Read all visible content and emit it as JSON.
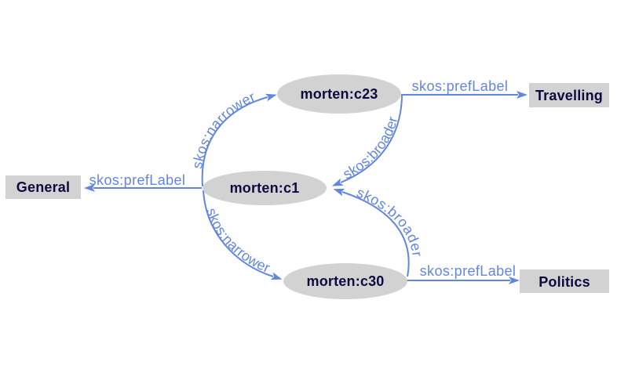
{
  "colors": {
    "background": "#ffffff",
    "node_fill": "#d2d2d2",
    "node_text": "#0b0b40",
    "edge_blue": "#6286df"
  },
  "nodes": [
    {
      "id": "morten-c23",
      "shape": "ellipse",
      "label": "morten:c23"
    },
    {
      "id": "morten-c1",
      "shape": "ellipse",
      "label": "morten:c1"
    },
    {
      "id": "morten-c30",
      "shape": "ellipse",
      "label": "morten:c30"
    },
    {
      "id": "travelling",
      "shape": "rect",
      "label": "Travelling"
    },
    {
      "id": "general",
      "shape": "rect",
      "label": "General"
    },
    {
      "id": "politics",
      "shape": "rect",
      "label": "Politics"
    }
  ],
  "edges": [
    {
      "from": "morten:c1",
      "to": "morten:c23",
      "label": "skos:narrower"
    },
    {
      "from": "morten:c23",
      "to": "morten:c1",
      "label": "skos:broader"
    },
    {
      "from": "morten:c23",
      "to": "Travelling",
      "label": "skos:prefLabel"
    },
    {
      "from": "morten:c1",
      "to": "General",
      "label": "skos:prefLabel"
    },
    {
      "from": "morten:c1",
      "to": "morten:c30",
      "label": "skos:narrower"
    },
    {
      "from": "morten:c30",
      "to": "morten:c1",
      "label": "skos:broader"
    },
    {
      "from": "morten:c30",
      "to": "Politics",
      "label": "skos:prefLabel"
    }
  ]
}
